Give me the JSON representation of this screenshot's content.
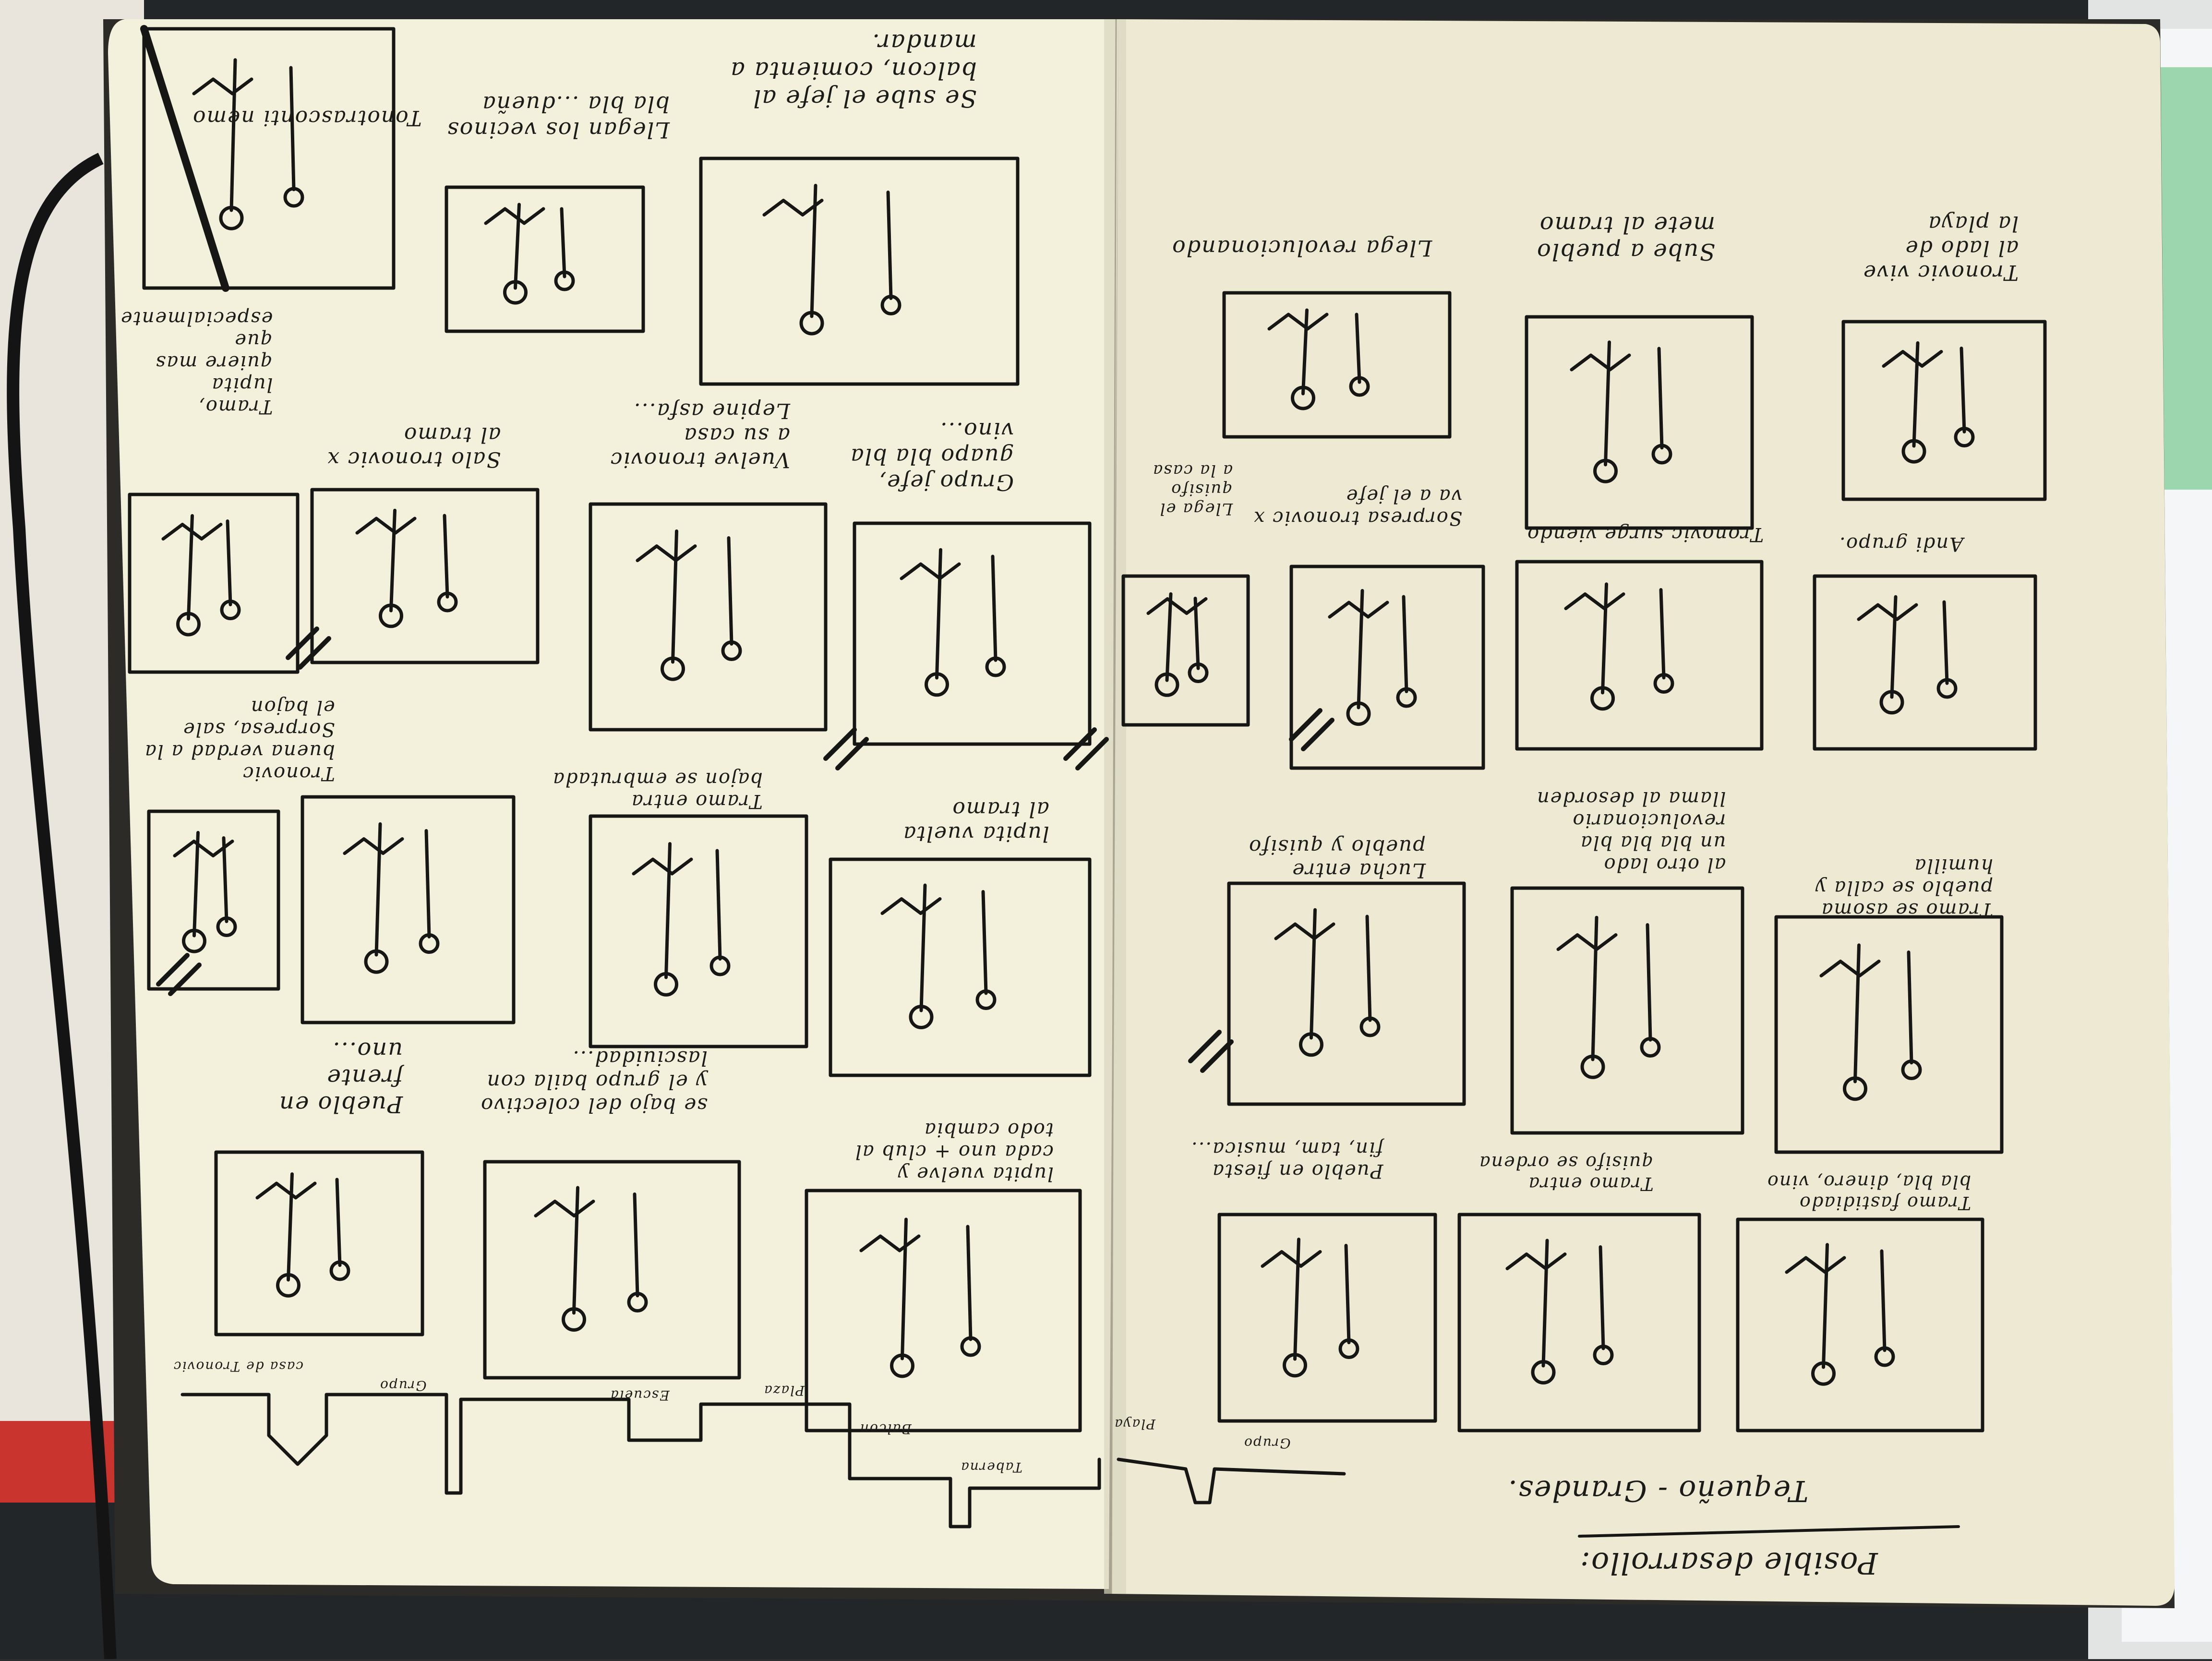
{
  "image": {
    "subject": "open-sketchbook-storyboard",
    "colors": {
      "table_left": "#e9e5dc",
      "table_dark": "#232628",
      "red_strip": "#c9342e",
      "paper_left": "#f3f0dc",
      "paper_right": "#ede9d3",
      "ink": "#161614",
      "cover": "#2c2b28",
      "green_card": "#9bd6ae",
      "white_card": "#f4f6f7"
    }
  },
  "left_page": {
    "header": "Tonotrasconti nemo",
    "notes": [
      "Tramo,\nlupita\nquiere mas\nque\nespecialmente",
      "Salo tronovic x\nal tramo",
      "Vuelve tronovic\na su casa\nLepine asfa...",
      "Llegan los vecinos\nbla bla ...dueña",
      "Se sube el jefe al\nbalcon, comienta a\nmandar.",
      "Grupo jefe,\nguapo bla bla\nvino...",
      "Tronovic\nbuena verdad a la\nSorpresa, sale\nel bajon",
      "Tramo entra\nbajon se embrutada",
      "lupita vuelta\nal tramo",
      "Pueblo en\nfrente\nuno...",
      "se bajo del colectivo\ny el grupo baila con\nlasciuidad...",
      "lupita vuelve y\ncada uno + club al\ntodo cambia"
    ],
    "map_labels": [
      "Taberna",
      "Balcon",
      "Plaza",
      "Escuela",
      "Grupo",
      "casa de Tronovic"
    ]
  },
  "right_page": {
    "title_line1": "Posible desarrollo:",
    "title_line2": "Tequeño - Grandes.",
    "notes": [
      "Tronovic vive\nal lado de\nla playa",
      "Sube a pueblo\nmete al tramo",
      "Llega revolucionando",
      "Andi grupo.",
      "Tronovic surge viendo",
      "Sorpresa tronovic x\nva a el jefe",
      "Llega el\nquisifo\na la casa",
      "Tramo se asoma\npueblo se calla y\nhumilla",
      "al otro lado\nun bla bla bla\nrevolucionario\nllama al desorden",
      "Lucha entre\npueblo y quisifo",
      "Tramo fastidiado\nbla bla, dinero, vino",
      "Tramo entra\nquisifo se ordena",
      "Pueblo en fiesta\nfin, tam, musica..."
    ],
    "map_labels": [
      "Grupo",
      "Playa"
    ]
  }
}
